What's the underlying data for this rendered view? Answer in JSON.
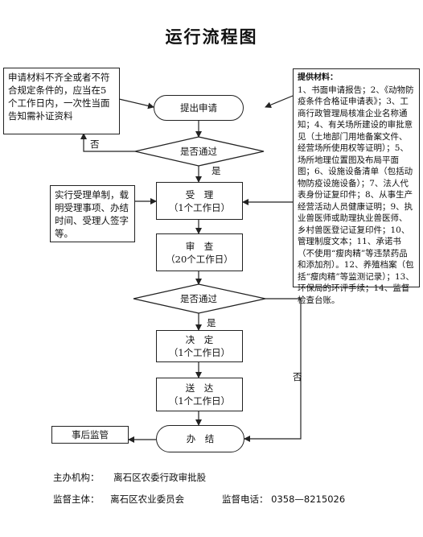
{
  "title": "运行流程图",
  "left_note": "申请材料不齐全或者不符合规定条件的，应当在5个工作日内，一次性当面告知需补证资料",
  "materials_title": "提供材料：",
  "materials_body": "1、书面申请报告；2、《动物防疫条件合格证申请表》；3、工商行政管理局核准企业名称通知；4、有关场所建设的审批意见（土地部门用地备案文件、经营场所使用权等证明）；5、场所地理位置图及布局平面图；6、设施设备清单（包括动物防疫设施设备）；7、法人代表身份证复印件；8、从事生产经营活动人员健康证明；9、执业兽医师或助理执业兽医师、乡村兽医登记证复印件；10、管理制度文本；11、承诺书（不使用“瘦肉精”等违禁药品和添加剂）。12、养殖档案（包括“瘦肉精”等监测记录）；13、环保局的环评手续；14、监督检查台账。",
  "accept_note": "实行受理单制，载明受理事项、办结时间、受理人签字等。",
  "steps": {
    "apply": "提出申请",
    "check1": "是否通过",
    "accept_title": "受　理",
    "accept_days": "（1个工作日）",
    "review_title": "审　查",
    "review_days": "（20个工作日）",
    "check2": "是否通过",
    "decide_title": "决　定",
    "decide_days": "（1个工作日）",
    "deliver_title": "送　达",
    "deliver_days": "（1个工作日）",
    "finish": "办　结"
  },
  "edge_labels": {
    "no1": "否",
    "yes1": "是",
    "yes2": "是",
    "no2": "否"
  },
  "post_supervision": "事后监管",
  "footer": {
    "host_label": "主办机构：",
    "host_value": "离石区农委行政审批股",
    "supervisor_label": "监督主体：",
    "supervisor_value": "离石区农业委员会",
    "phone_label": "监督电话：",
    "phone_value": "0358—8215026"
  }
}
